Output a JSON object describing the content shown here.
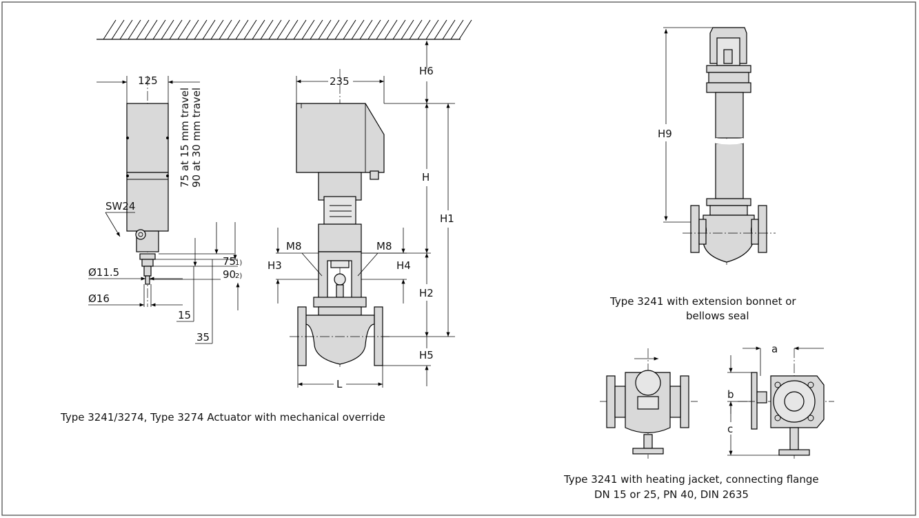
{
  "left": {
    "width_125": "125",
    "travel_15": "75 at 15 mm travel",
    "travel_30": "90 at 30 mm travel",
    "sw": "SW24",
    "d_11_5": "Ø11.5",
    "d_16": "Ø16",
    "dim_75": "75",
    "dim_90": "90",
    "note_1": "1)",
    "note_2": "2)",
    "dim_15": "15",
    "dim_35": "35"
  },
  "mid": {
    "width_235": "235",
    "h": "H",
    "h1": "H1",
    "h2": "H2",
    "h3": "H3",
    "h4": "H4",
    "h5": "H5",
    "h6": "H6",
    "m8_left": "M8",
    "m8_right": "M8",
    "l": "L"
  },
  "caption_main": "Type 3241/3274, Type 3274 Actuator with mechanical override",
  "right_top": {
    "h9": "H9",
    "caption_line1": "Type 3241 with extension bonnet or",
    "caption_line2": "bellows seal"
  },
  "right_bottom": {
    "a": "a",
    "b": "b",
    "c": "c",
    "caption_line1": "Type 3241 with heating jacket, connecting flange",
    "caption_line2": "DN 15 or 25, PN 40, DIN 2635"
  },
  "colors": {
    "part_fill": "#d9d9d9",
    "line": "#000000",
    "frame": "#444444"
  }
}
